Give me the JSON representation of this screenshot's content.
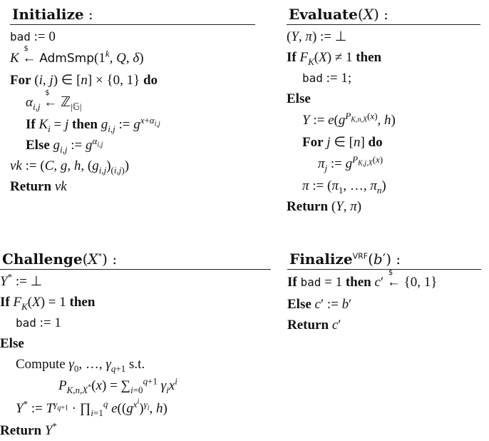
{
  "panels": {
    "initialize": {
      "title": "Initialize",
      "lines": [
        "bad := 0",
        "K ←$ AdmSmp(1^k, Q, δ)",
        "For (i, j) ∈ [n] × {0, 1} do",
        "α_{i,j} ←$ Z_{|G|}",
        "If K_i = j then g_{i,j} := g^{x+α_{i,j}}",
        "Else g_{i,j} := g^{α_{i,j}}",
        "vk := (C, g, h, (g_{i,j})_{(i,j)})",
        "Return vk"
      ]
    },
    "evaluate": {
      "title": "Evaluate(X)",
      "lines": [
        "(Y, π) := ⊥",
        "If F_K(X) ≠ 1 then",
        "bad := 1;",
        "Else",
        "Y := e(g^{P_{K,n,X}(x)}, h)",
        "For j ∈ [n] do",
        "π_j := g^{P_{K,j,X}(x)}",
        "π := (π_1, ..., π_n)",
        "Return (Y, π)"
      ]
    },
    "challenge": {
      "title": "Challenge(X*)",
      "lines": [
        "Y* := ⊥",
        "If F_K(X) = 1 then",
        "bad := 1",
        "Else",
        "Compute γ_0, ..., γ_{q+1} s.t.",
        "P_{K,n,X*}(x) = Σ_{i=0}^{q+1} γ_i x^i",
        "Y* := T^{γ_{q+1}} · Π_{i=1}^{q} e((g^{x^i})^{γ_i}, h)",
        "Return Y*"
      ]
    },
    "finalize": {
      "title": "Finalize^VRF(b′)",
      "lines": [
        "If bad = 1 then c′ ←$ {0, 1}",
        "Else c′ := b′",
        "Return c′"
      ]
    }
  }
}
